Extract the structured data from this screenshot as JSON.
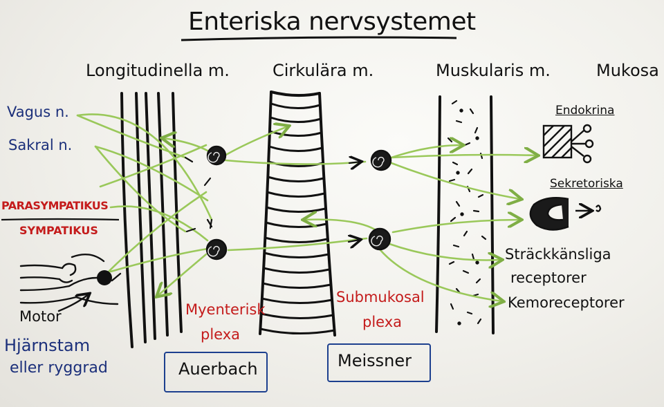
{
  "title": "Enteriska nervsystemet",
  "layers": {
    "longitudinal": "Longitudinella m.",
    "circular": "Cirkulära m.",
    "muscularis": "Muskularis m.",
    "mucosa": "Mukosa"
  },
  "inputs": {
    "vagus": "Vagus n.",
    "sacral": "Sakral n.",
    "parasympathetic": "PARASYMPATIKUS",
    "sympathetic": "SYMPATIKUS",
    "motor": "Motor",
    "origin_line1": "Hjärnstam",
    "origin_line2": "eller ryggrad"
  },
  "plexuses": {
    "myenteric_line1": "Myenterisk",
    "myenteric_line2": "plexa",
    "myenteric_box": "Auerbach",
    "submucosal_line1": "Submukosal",
    "submucosal_line2": "plexa",
    "submucosal_box": "Meissner"
  },
  "targets": {
    "endocrine": "Endokrina",
    "secretory": "Sekretoriska",
    "stretch_line1": "Sträckkänsliga",
    "stretch_line2": "receptorer",
    "chemo": "Kemoreceptorer"
  },
  "colors": {
    "marker_black": "#111111",
    "marker_blue": "#1b2f7a",
    "marker_red": "#c41b1b",
    "marker_green": "#9ac85a",
    "box_blue": "#1c3f8e"
  }
}
